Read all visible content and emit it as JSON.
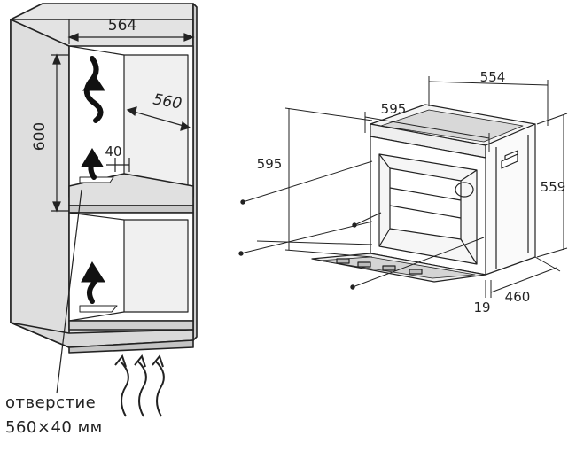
{
  "cabinet": {
    "width_label": "564",
    "depth_label": "560",
    "height_label": "600",
    "gap_label": "40"
  },
  "oven": {
    "width_label": "595",
    "depth_label": "554",
    "height_label": "595",
    "side_height_label": "559",
    "door_label": "19",
    "body_depth_label": "460"
  },
  "note": {
    "line1": "отверстие",
    "line2": "560×40 мм"
  },
  "colors": {
    "cabinet_fill": "#e3e3e3",
    "cabinet_inner": "#ffffff",
    "base_fill": "#d9d9d9",
    "line": "#222222"
  }
}
